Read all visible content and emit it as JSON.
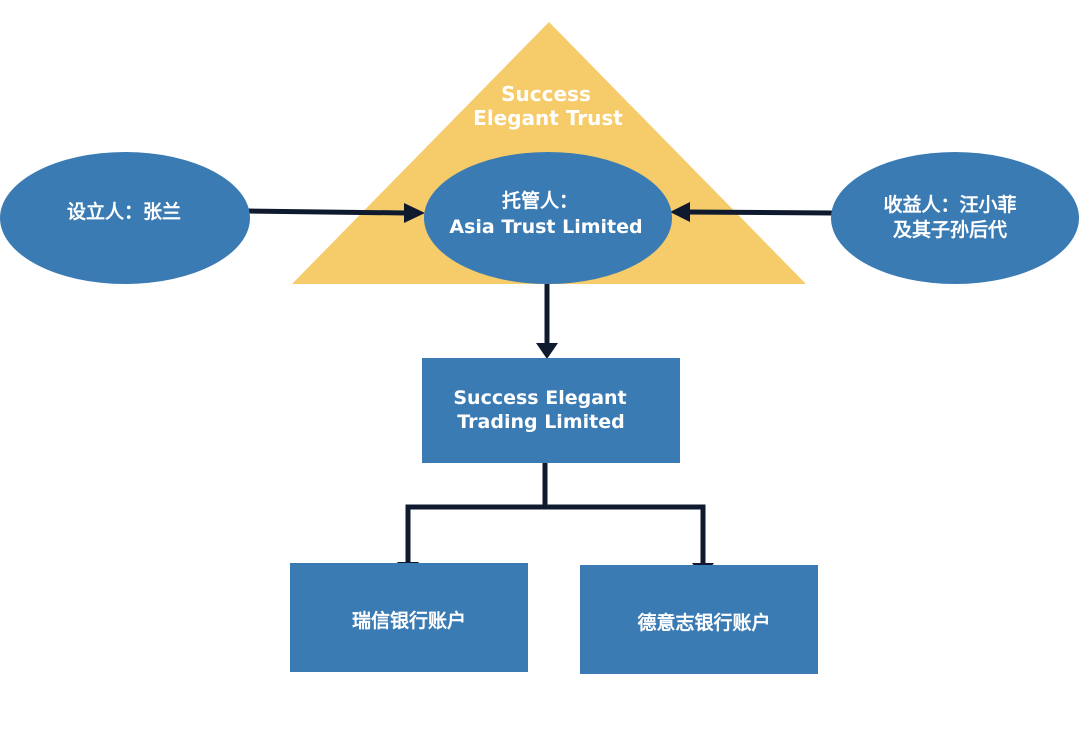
{
  "colors": {
    "trust_triangle": "#f6cb6a",
    "node_fill": "#3b7bb3",
    "connector": "#0f1a2e",
    "text": "#ffffff"
  },
  "trust": {
    "line1": "Success",
    "line2": "Elegant Trust"
  },
  "settlor": {
    "label": "设立人：张兰"
  },
  "trustee": {
    "line1": "托管人：",
    "line2": "Asia Trust Limited"
  },
  "beneficiary": {
    "line1": "收益人：汪小菲",
    "line2": "及其子孙后代"
  },
  "company": {
    "line1": "Success Elegant",
    "line2": "Trading Limited"
  },
  "accounts": [
    {
      "label": "瑞信银行账户"
    },
    {
      "label": "德意志银行账户"
    }
  ]
}
